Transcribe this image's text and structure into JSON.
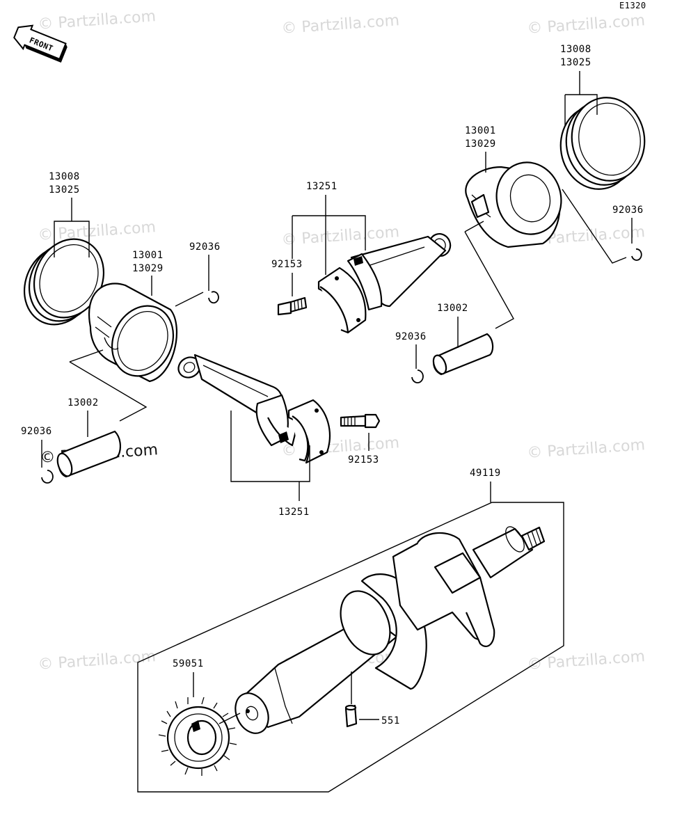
{
  "diagram_code": "E1320",
  "front_label": "FRONT",
  "watermark_text": "© Partzilla.com",
  "colors": {
    "ink": "#000000",
    "paper": "#ffffff",
    "watermark": "#d8d8d8"
  },
  "labels": {
    "rings_left_a": "13008",
    "rings_left_b": "13025",
    "piston_left_a": "13001",
    "piston_left_b": "13029",
    "clip_top_left": "92036",
    "pin_left": "13002",
    "clip_bottom_left": "92036",
    "rod_top": "13251",
    "bolt_top": "92153",
    "piston_right_a": "13001",
    "piston_right_b": "13029",
    "rings_right_a": "13008",
    "rings_right_b": "13025",
    "clip_right": "92036",
    "pin_right": "13002",
    "clip_mid": "92036",
    "bolt_bottom": "92153",
    "rod_bottom": "13251",
    "crankshaft": "49119",
    "gear": "59051",
    "key": "551"
  }
}
